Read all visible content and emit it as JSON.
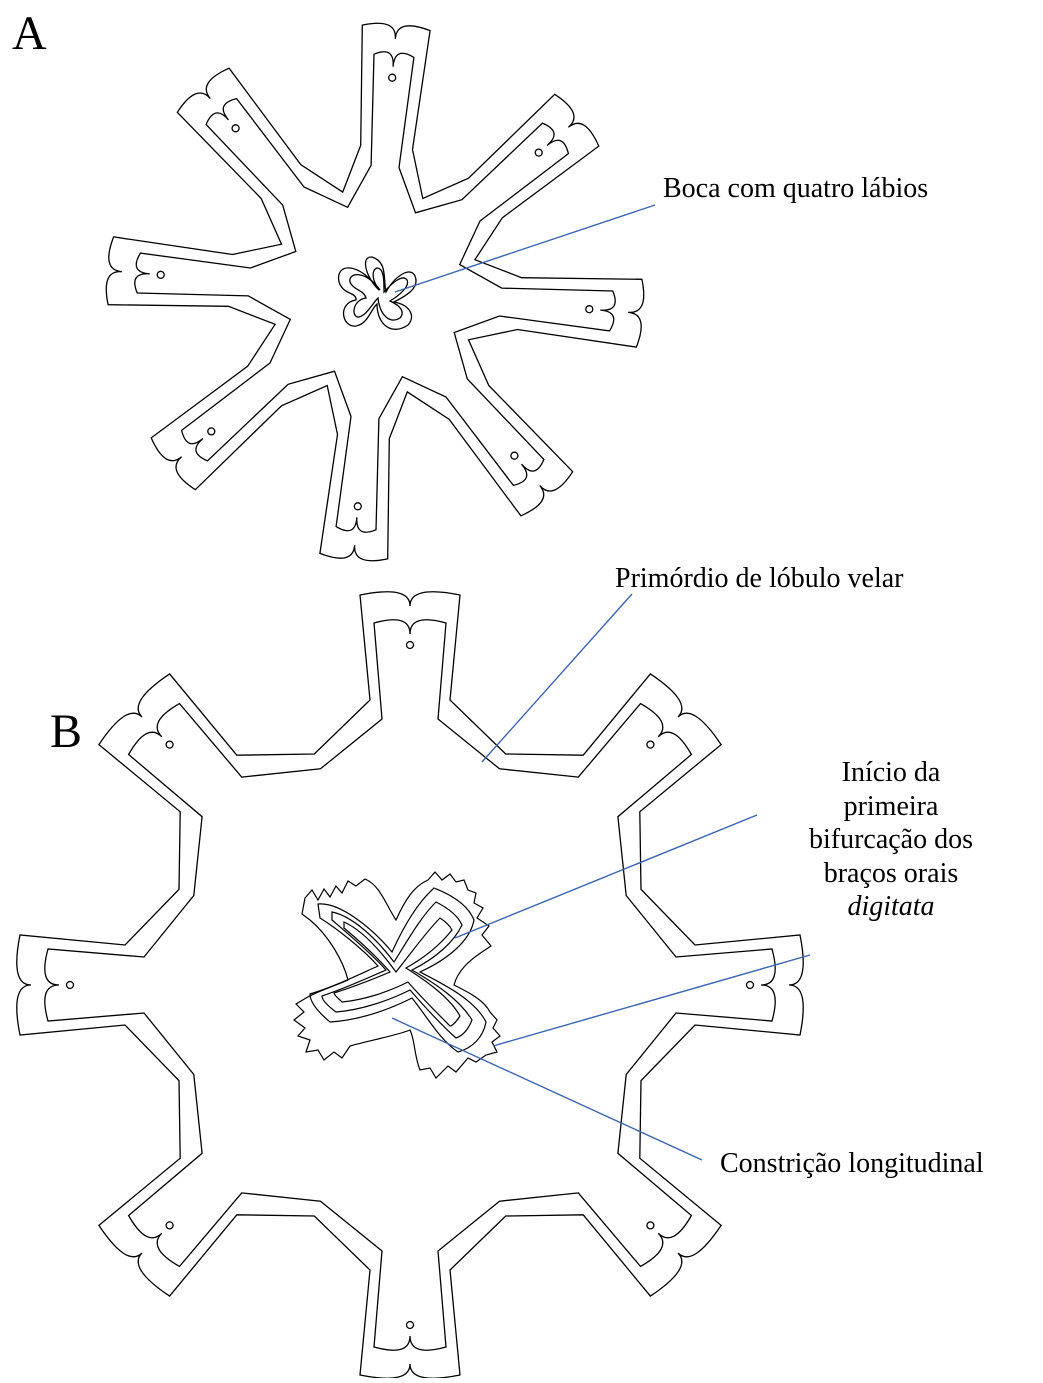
{
  "panels": {
    "A": {
      "letter": "A",
      "labels": {
        "mouth": "Boca com quatro lábios"
      }
    },
    "B": {
      "letter": "B",
      "labels": {
        "velar_lobe": "Primórdio de lóbulo velar",
        "bifurcation_lines": [
          "Início da",
          "primeira",
          "bifurcação dos",
          "braços orais",
          "digitata"
        ],
        "constriction": "Constrição longitudinal"
      }
    }
  },
  "colors": {
    "outline": "#000000",
    "leader_line": "#3a64b4",
    "background": "#ffffff"
  }
}
